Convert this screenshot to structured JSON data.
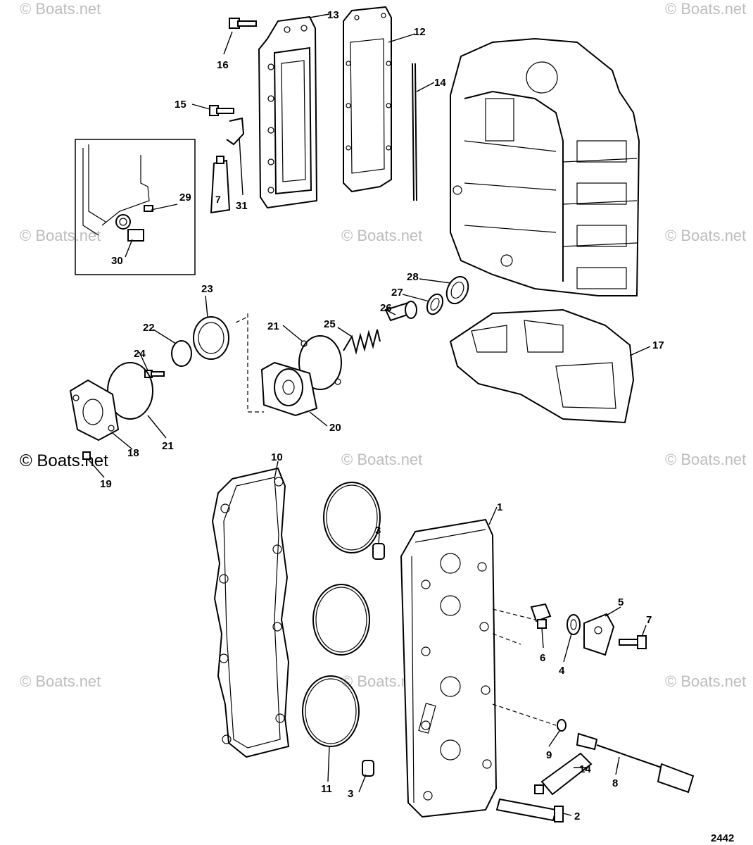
{
  "diagram": {
    "watermark": "© Boats.net",
    "figure_number": "2442",
    "callouts": {
      "c1": "1",
      "c2": "2",
      "c3a": "3",
      "c3b": "3",
      "c4": "4",
      "c5": "5",
      "c6": "6",
      "c7": "7",
      "c8": "8",
      "c9": "9",
      "c10": "10",
      "c11": "11",
      "c12": "12",
      "c13": "13",
      "c14a": "14",
      "c14b": "14",
      "c15": "15",
      "c16": "16",
      "c17": "17",
      "c18": "18",
      "c19": "19",
      "c20": "20",
      "c21a": "21",
      "c21b": "21",
      "c22": "22",
      "c23": "23",
      "c24": "24",
      "c25": "25",
      "c26": "26",
      "c27": "27",
      "c28": "28",
      "c29": "29",
      "c30": "30",
      "c31": "31"
    },
    "tube_label": "7"
  }
}
